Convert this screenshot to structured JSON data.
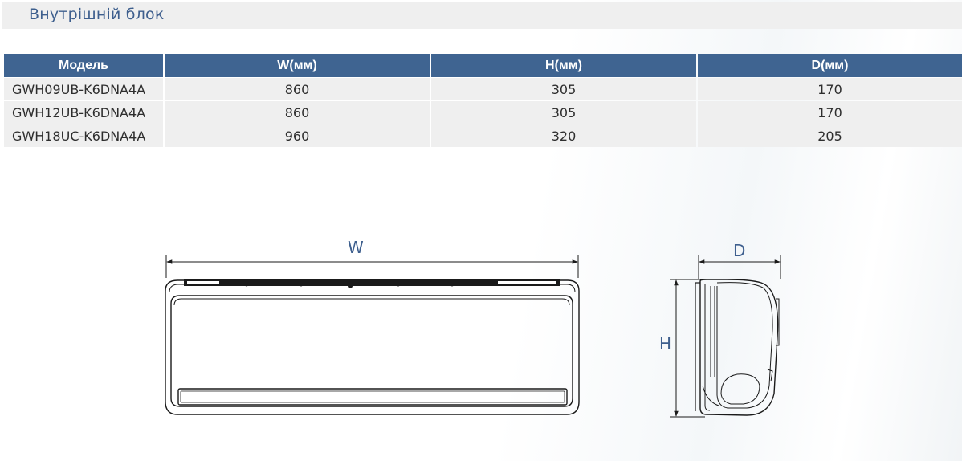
{
  "page": {
    "title": "Внутрішній блок"
  },
  "table": {
    "headers": [
      "Модель",
      "W(мм)",
      "H(мм)",
      "D(мм)"
    ],
    "rows": [
      [
        "GWH09UB-K6DNA4A",
        "860",
        "305",
        "170"
      ],
      [
        "GWH12UB-K6DNA4A",
        "860",
        "305",
        "170"
      ],
      [
        "GWH18UC-K6DNA4A",
        "960",
        "320",
        "205"
      ]
    ]
  },
  "drawing": {
    "width_label": "W",
    "height_label": "H",
    "depth_label": "D"
  },
  "colors": {
    "header_bg": "#3f6491",
    "cell_bg": "#efefef",
    "title_text": "#3e5f8e"
  }
}
